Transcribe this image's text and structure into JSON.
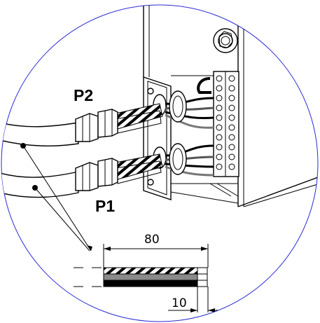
{
  "labels": {
    "cable_top": "P2",
    "cable_bottom": "P1"
  },
  "dimensions": {
    "strip_length": "80",
    "conductor_strip": "10"
  },
  "colors": {
    "detail_circle": "#2b2bd6",
    "line": "#000000",
    "background": "#ffffff"
  }
}
